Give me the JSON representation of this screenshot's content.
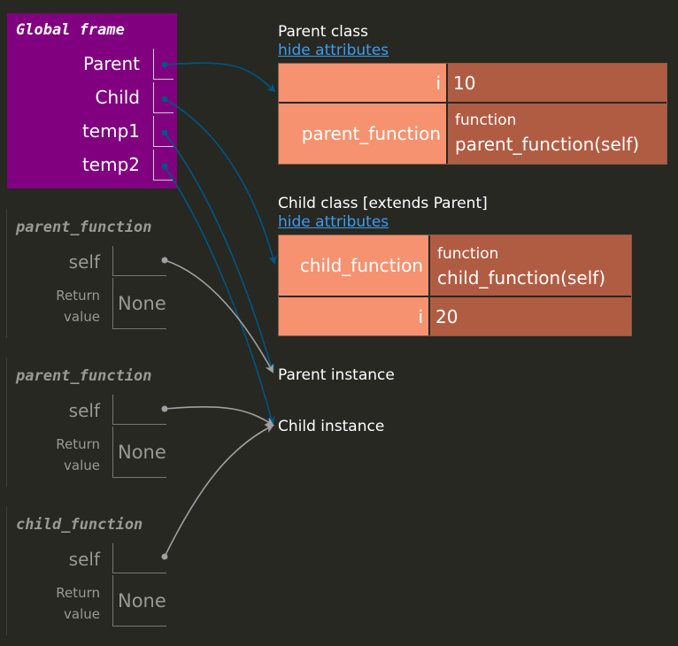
{
  "global_frame": {
    "title": "Global frame",
    "variables": [
      {
        "name": "Parent"
      },
      {
        "name": "Child"
      },
      {
        "name": "temp1"
      },
      {
        "name": "temp2"
      }
    ]
  },
  "function_frames": [
    {
      "title": "parent_function",
      "param": "self",
      "return_label_1": "Return",
      "return_label_2": "value",
      "return_value": "None"
    },
    {
      "title": "parent_function",
      "param": "self",
      "return_label_1": "Return",
      "return_label_2": "value",
      "return_value": "None"
    },
    {
      "title": "child_function",
      "param": "self",
      "return_label_1": "Return",
      "return_label_2": "value",
      "return_value": "None"
    }
  ],
  "heap": {
    "parent_class": {
      "title": "Parent class",
      "hide_link": "hide attributes",
      "rows": [
        {
          "key": "i",
          "value": "10"
        },
        {
          "key": "parent_function",
          "type_label": "function",
          "value": "parent_function(self)"
        }
      ]
    },
    "child_class": {
      "title": "Child class [extends Parent]",
      "hide_link": "hide attributes",
      "rows": [
        {
          "key": "child_function",
          "type_label": "function",
          "value": "child_function(self)"
        },
        {
          "key": "i",
          "value": "20"
        }
      ]
    },
    "parent_instance": {
      "label": "Parent instance"
    },
    "child_instance": {
      "label": "Child instance"
    }
  },
  "colors": {
    "background": "#272822",
    "global_frame": "#800080",
    "key_cell": "#f69270",
    "value_cell": "#b05c43",
    "active_arrow": "#005583",
    "inactive_arrow": "#a0a0a0",
    "link": "#3d9cf0"
  }
}
